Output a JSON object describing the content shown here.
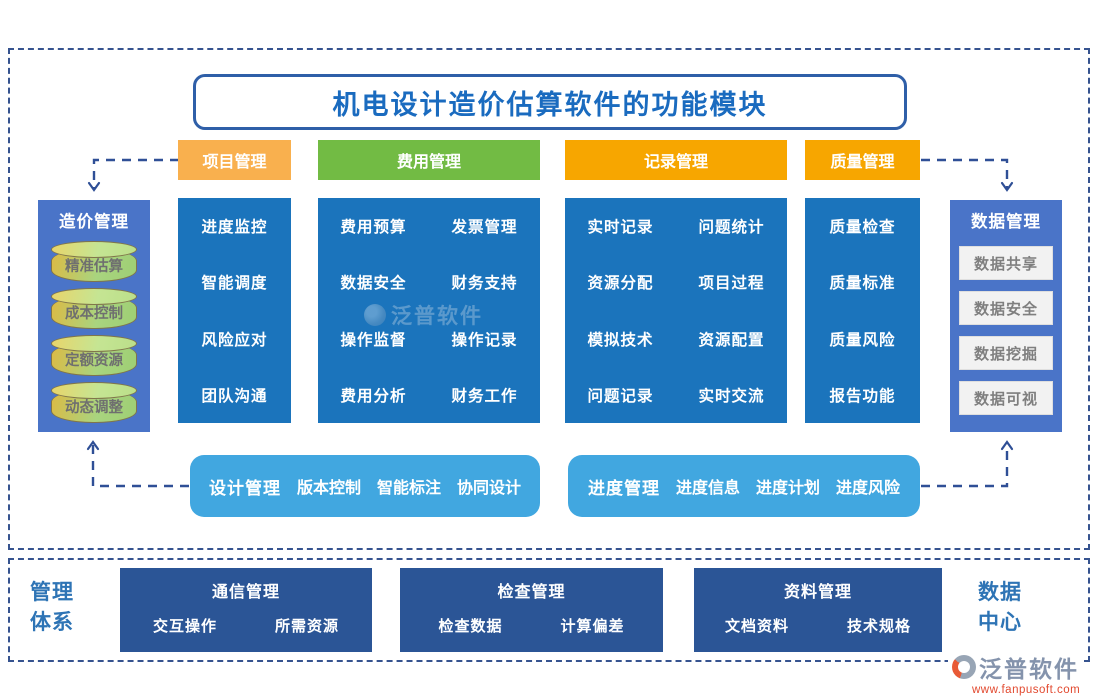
{
  "title": "机电设计造价估算软件的功能模块",
  "colors": {
    "header_orange": "#F9B04E",
    "header_green": "#72BB44",
    "header_gold": "#F7A600",
    "column_blue": "#1B74BC",
    "side_panel_blue": "#4A74C8",
    "mid_box_blue": "#41A7E0",
    "bottom_navy": "#2B5596",
    "dashed_border": "#36538F",
    "title_text": "#1A6BBF",
    "label_blue": "#2E74B5",
    "footer_url_orange": "#E2492F"
  },
  "icons": {
    "footer_logo": "swirl-circle-icon",
    "center_watermark_logo": "swirl-circle-icon"
  },
  "left_panel": {
    "title": "造价管理",
    "items": [
      "精准估算",
      "成本控制",
      "定额资源",
      "动态调整"
    ]
  },
  "right_panel": {
    "title": "数据管理",
    "items": [
      "数据共享",
      "数据安全",
      "数据挖掘",
      "数据可视"
    ]
  },
  "columns": [
    {
      "header": "项目管理",
      "items": [
        "进度监控",
        "智能调度",
        "风险应对",
        "团队沟通"
      ]
    },
    {
      "header": "费用管理",
      "items": [
        "费用预算",
        "发票管理",
        "数据安全",
        "财务支持",
        "操作监督",
        "操作记录",
        "费用分析",
        "财务工作"
      ]
    },
    {
      "header": "记录管理",
      "items": [
        "实时记录",
        "问题统计",
        "资源分配",
        "项目过程",
        "模拟技术",
        "资源配置",
        "问题记录",
        "实时交流"
      ]
    },
    {
      "header": "质量管理",
      "items": [
        "质量检查",
        "质量标准",
        "质量风险",
        "报告功能"
      ]
    }
  ],
  "mid_boxes": [
    {
      "title": "设计管理",
      "items": [
        "版本控制",
        "智能标注",
        "协同设计"
      ]
    },
    {
      "title": "进度管理",
      "items": [
        "进度信息",
        "进度计划",
        "进度风险"
      ]
    }
  ],
  "bottom": {
    "left_label_lines": [
      "管理",
      "体系"
    ],
    "right_label_lines": [
      "数据",
      "中心"
    ],
    "boxes": [
      {
        "title": "通信管理",
        "items": [
          "交互操作",
          "所需资源"
        ]
      },
      {
        "title": "检查管理",
        "items": [
          "检查数据",
          "计算偏差"
        ]
      },
      {
        "title": "资料管理",
        "items": [
          "文档资料",
          "技术规格"
        ]
      }
    ]
  },
  "watermark": {
    "center_brand": "泛普软件",
    "footer_brand": "泛普软件",
    "footer_url": "www.fanpusoft.com"
  }
}
